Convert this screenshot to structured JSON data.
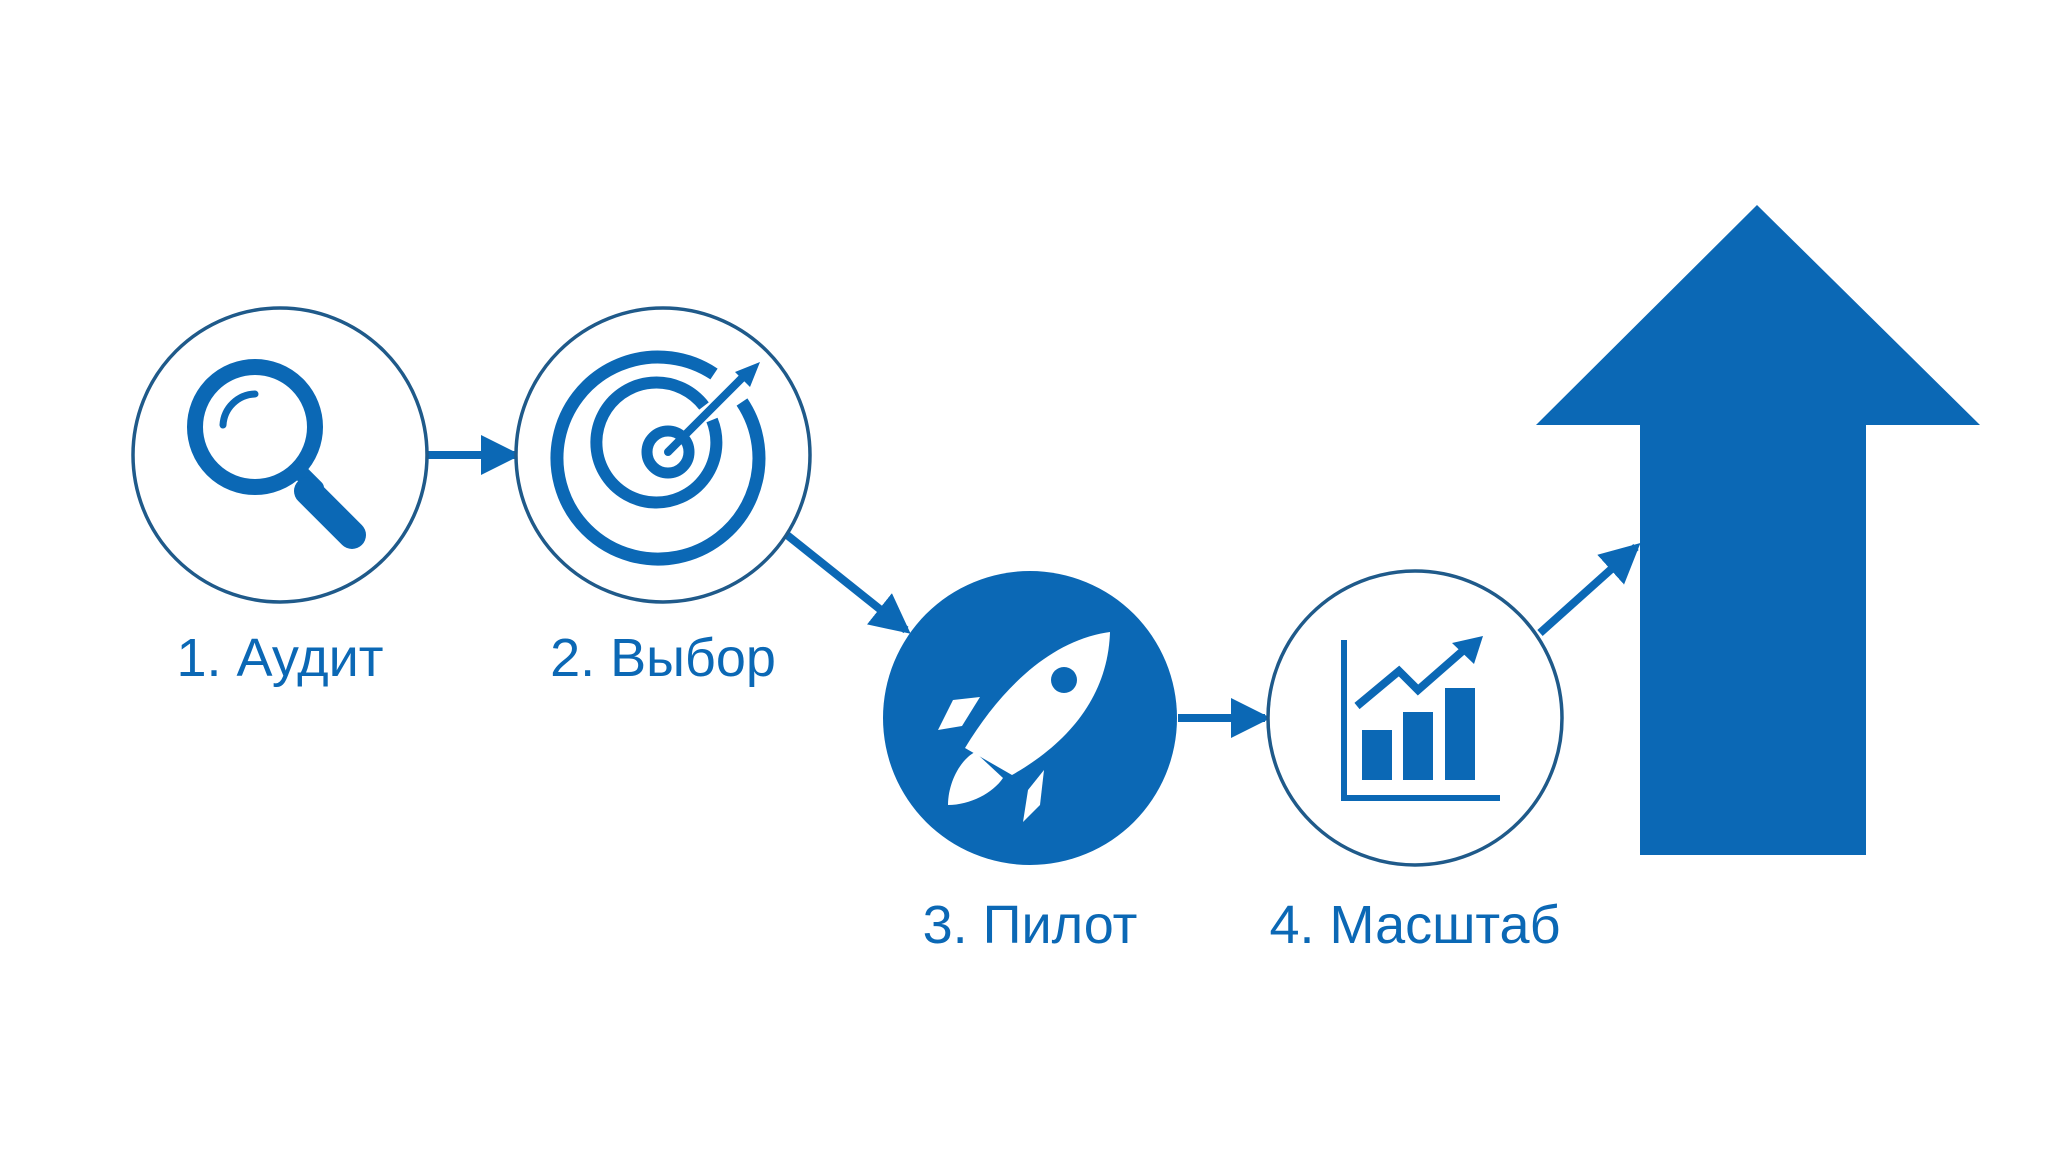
{
  "diagram": {
    "accent_color": "#0B68B5",
    "outline_color": "#1F5A8A",
    "background_color": "#FFFFFF",
    "steps": [
      {
        "label": "1. Аудит",
        "icon": "magnifier-icon",
        "filled": false
      },
      {
        "label": "2. Выбор",
        "icon": "target-icon",
        "filled": false
      },
      {
        "label": "3. Пилот",
        "icon": "rocket-icon",
        "filled": true
      },
      {
        "label": "4. Масштаб",
        "icon": "growth-chart-icon",
        "filled": false
      }
    ],
    "final_arrow_icon": "big-up-arrow-icon"
  }
}
